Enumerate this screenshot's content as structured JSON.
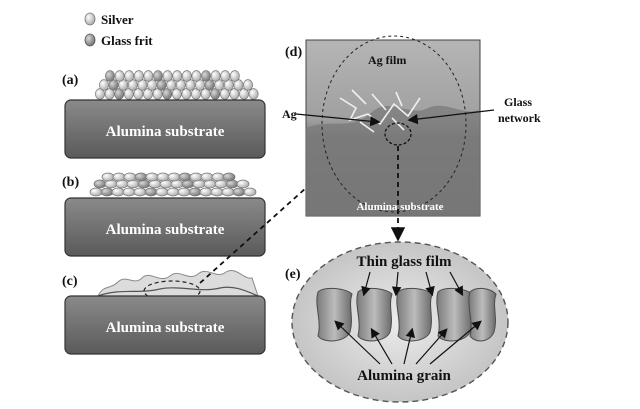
{
  "legend": {
    "silver": "Silver",
    "glass_frit": "Glass frit"
  },
  "panels": {
    "a": {
      "tag": "(a)",
      "substrate": "Alumina substrate"
    },
    "b": {
      "tag": "(b)",
      "substrate": "Alumina substrate"
    },
    "c": {
      "tag": "(c)",
      "substrate": "Alumina substrate"
    },
    "d": {
      "tag": "(d)",
      "ag_film": "Ag film",
      "ag": "Ag",
      "glass_network_1": "Glass",
      "glass_network_2": "network",
      "substrate": "Alumina substrate"
    },
    "e": {
      "tag": "(e)",
      "thin_glass_film": "Thin glass film",
      "alumina_grain": "Alumina grain"
    }
  },
  "colors": {
    "substrate": "#6f6f6f",
    "substrate_edge": "#3a3a3a",
    "silver_particle": "#d9d9d9",
    "glass_particle": "#9a9a9a",
    "micrograph_bg": "#8a8a8a",
    "ellipse_bg": "#d4d4d4"
  }
}
